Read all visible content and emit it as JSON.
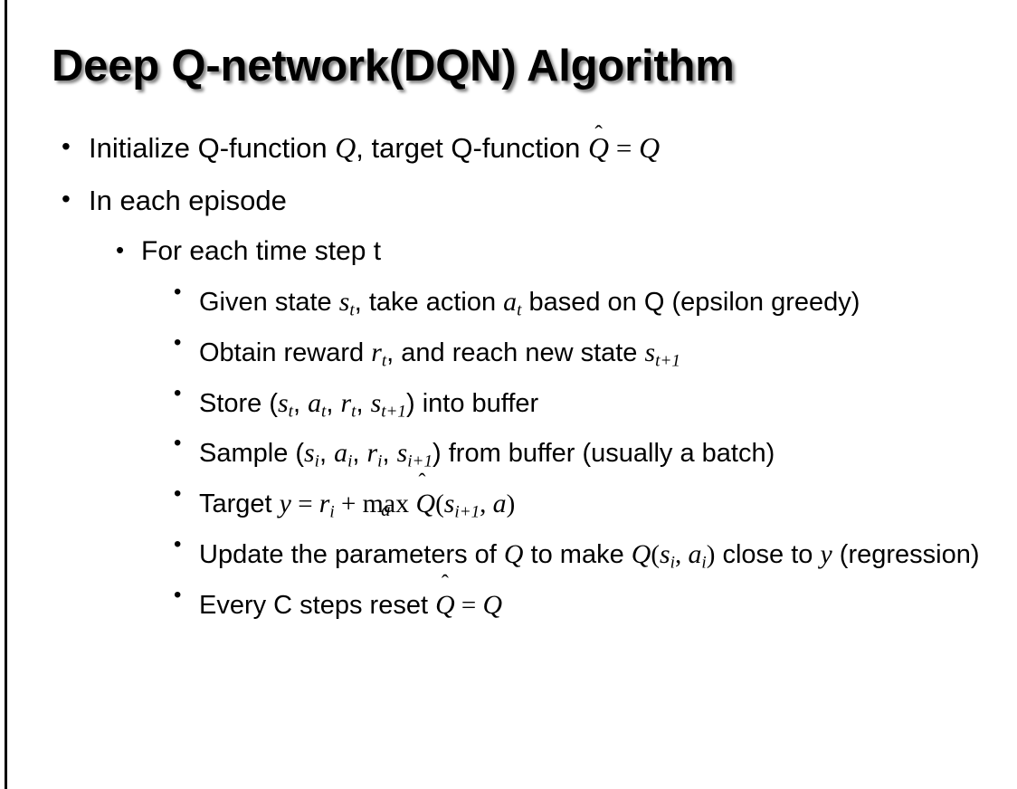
{
  "slide": {
    "title": "Deep Q-network(DQN) Algorithm",
    "background_color": "#ffffff",
    "text_color": "#000000",
    "left_rule_color": "#000000",
    "title_shadow_color": "#6e6e6e"
  },
  "bullets": {
    "b1_prefix": "Initialize Q-function ",
    "b1_var_q1": "Q",
    "b1_mid": ", target Q-function ",
    "b1_var_qhat": "Q",
    "b1_hat": "̂",
    "b1_eq": " = ",
    "b1_var_q2": "Q",
    "b2": "In each episode",
    "b3": "For each time step t",
    "b4_prefix": "Given state ",
    "b4_var_s": "s",
    "b4_sub_t1": "t",
    "b4_mid": ", take action ",
    "b4_var_a": "a",
    "b4_sub_t2": "t",
    "b4_suffix": " based on Q (epsilon greedy)",
    "b5_prefix": "Obtain reward ",
    "b5_var_r": "r",
    "b5_sub_t": "t",
    "b5_mid": ", and reach new state ",
    "b5_var_s": "s",
    "b5_sub_t1": "t+1",
    "b6_prefix": "Store (",
    "b6_v1": "s",
    "b6_v1s": "t",
    "b6_c1": ", ",
    "b6_v2": "a",
    "b6_v2s": "t",
    "b6_c2": ", ",
    "b6_v3": "r",
    "b6_v3s": "t",
    "b6_c3": ", ",
    "b6_v4": "s",
    "b6_v4s": "t+1",
    "b6_suffix": ") into buffer",
    "b7_prefix": "Sample (",
    "b7_v1": "s",
    "b7_v1s": "i",
    "b7_c1": ", ",
    "b7_v2": "a",
    "b7_v2s": "i",
    "b7_c2": ", ",
    "b7_v3": "r",
    "b7_v3s": "i",
    "b7_c3": ", ",
    "b7_v4": "s",
    "b7_v4s": "i+1",
    "b7_suffix": ") from buffer (usually a batch)",
    "b8_prefix": "Target ",
    "b8_y": "y",
    "b8_eq": " = ",
    "b8_r": "r",
    "b8_rs": "i",
    "b8_plus": " + ",
    "b8_max": "max",
    "b8_maxsub": "a",
    "b8_qhat": "Q",
    "b8_hat": "̂",
    "b8_open": "(",
    "b8_s": "s",
    "b8_ss": "i+1",
    "b8_comma": ", ",
    "b8_a": "a",
    "b8_close": ")",
    "b9_prefix": "Update the parameters of ",
    "b9_q1": "Q",
    "b9_mid": " to make ",
    "b9_q2": "Q",
    "b9_open": "(",
    "b9_s": "s",
    "b9_ss": "i",
    "b9_comma": ", ",
    "b9_a": "a",
    "b9_as": "i",
    "b9_close": ")",
    "b9_mid2": " close to ",
    "b9_y": "y",
    "b9_suffix": " (regression)",
    "b10_prefix": "Every C steps reset ",
    "b10_qhat": "Q",
    "b10_hat": "̂",
    "b10_eq": " = ",
    "b10_q": "Q",
    "bullet_marker": "•"
  }
}
